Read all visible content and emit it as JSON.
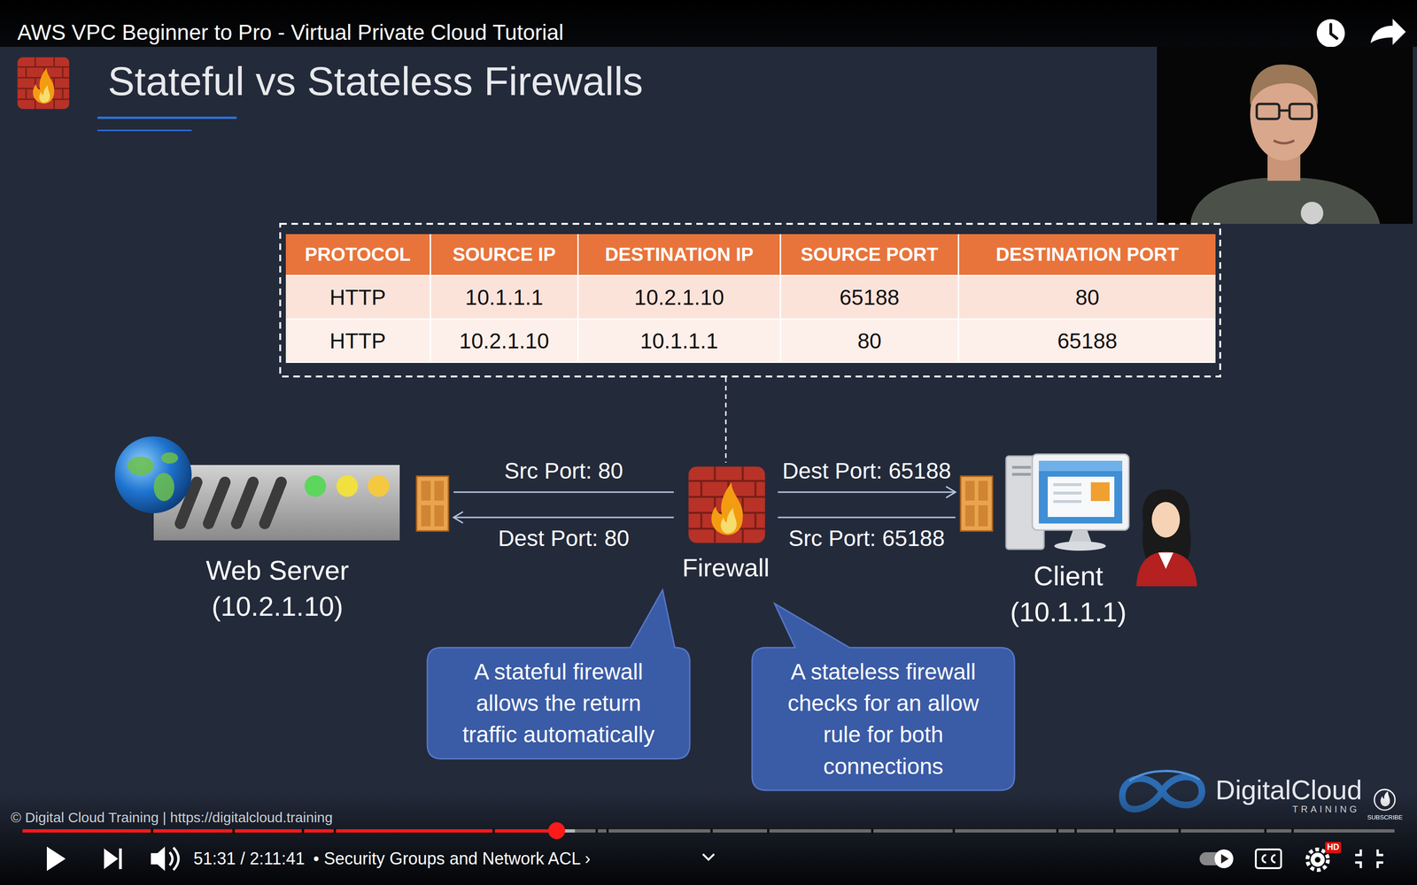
{
  "diagram": {
    "title": "Stateful vs Stateless Firewalls",
    "nodes": [
      {
        "text": [
          "Web Server (10.2.1.10)"
        ]
      },
      {
        "text": [
          "Firewall"
        ]
      },
      {
        "text": [
          "Client (10.1.1.1)"
        ]
      },
      {
        "text": [
          "A stateful firewall allows the return traffic automatically"
        ]
      },
      {
        "text": [
          "A stateless firewall checks for an allow rule for both connections"
        ]
      }
    ],
    "edges": [
      {
        "from": 0,
        "to": 1,
        "label": "Src Port: 80",
        "arrow": "none"
      },
      {
        "from": 1,
        "to": 2,
        "label": "Dest Port: 65188",
        "arrow": "to"
      },
      {
        "from": 2,
        "to": 1,
        "label": "Src Port: 65188",
        "arrow": "none"
      },
      {
        "from": 1,
        "to": 0,
        "label": "Dest Port: 80",
        "arrow": "to"
      }
    ],
    "labels": [
      "AWS VPC Beginner to Pro - Virtual Private Cloud Tutorial",
      "PROTOCOL",
      "SOURCE IP",
      "DESTINATION IP",
      "SOURCE PORT",
      "DESTINATION PORT",
      "HTTP",
      "10.1.1.1",
      "10.2.1.10",
      "65188",
      "80",
      "HTTP",
      "10.2.1.10",
      "10.1.1.1",
      "80",
      "65188",
      "© Digital Cloud Training | https://digitalcloud.training",
      "DigitalCloud",
      "TRAINING",
      "51:31 / 2:11:41",
      "• Security Groups and Network ACL ›",
      "HD",
      "SUBSCRIBE"
    ]
  }
}
